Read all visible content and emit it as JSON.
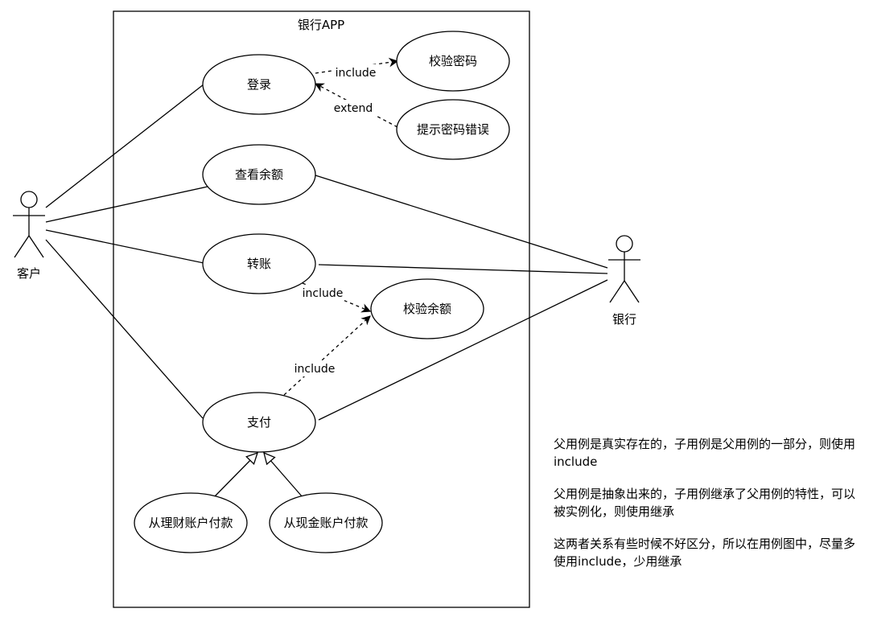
{
  "system": {
    "title": "银行APP"
  },
  "actors": {
    "customer": "客户",
    "bank": "银行"
  },
  "use_cases": {
    "login": "登录",
    "verify_password": "校验密码",
    "password_error": "提示密码错误",
    "check_balance": "查看余额",
    "transfer": "转账",
    "verify_balance": "校验余额",
    "pay": "支付",
    "pay_wealth": "从理财账户付款",
    "pay_cash": "从现金账户付款"
  },
  "relations": {
    "login_include": "include",
    "login_extend": "extend",
    "transfer_include": "include",
    "pay_include": "include"
  },
  "notes": {
    "note1": "父用例是真实存在的，子用例是父用例的一部分，则使用include",
    "note2": "父用例是抽象出来的，子用例继承了父用例的特性，可以被实例化，则使用继承",
    "note3": "这两者关系有些时候不好区分，所以在用例图中，尽量多使用include，少用继承"
  }
}
